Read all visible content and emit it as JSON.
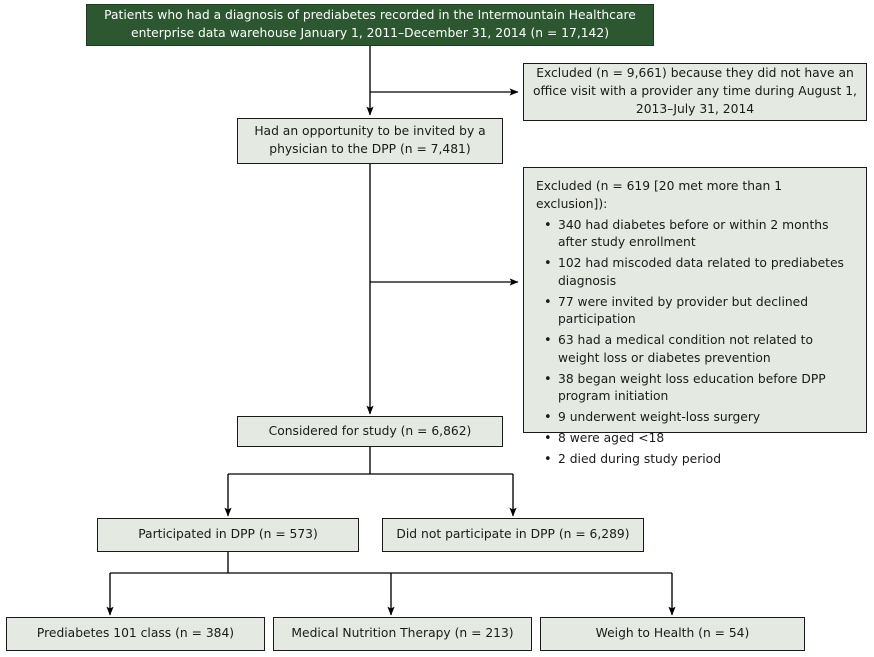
{
  "diagram": {
    "title": "Prediabetes DPP study participant flow",
    "colors": {
      "root_fill": "#2d5730",
      "root_text": "#ffffff",
      "node_fill": "#e4eae2",
      "node_border": "#1a1a1a",
      "connector": "#000000",
      "page_background": "#ffffff"
    },
    "nodes": {
      "root": {
        "label": "Patients who had a diagnosis of prediabetes recorded in the Intermountain Healthcare enterprise data warehouse January 1, 2011–December 31, 2014 (n = 17,142)",
        "count": "17,142"
      },
      "excluded_no_visit": {
        "label": "Excluded (n = 9,661) because they did not have an office visit with a provider any time during August 1, 2013–July 31, 2014",
        "count": "9,661"
      },
      "opportunity": {
        "label": "Had an opportunity to be invited by a physician to the DPP (n = 7,481)",
        "count": "7,481"
      },
      "excluded_other": {
        "heading": "Excluded (n = 619 [20 met more than 1 exclusion]):",
        "count": "619",
        "items": [
          "340 had diabetes before or within 2 months after study enrollment",
          "102 had miscoded data related to prediabetes diagnosis",
          "77 were invited by provider but declined participation",
          "63 had a medical condition not related to weight loss or diabetes prevention",
          "38 began weight loss education before DPP program initiation",
          "9 underwent weight-loss surgery",
          "8 were aged <18",
          "2 died during study period"
        ]
      },
      "considered": {
        "label": "Considered for study (n = 6,862)",
        "count": "6,862"
      },
      "participated": {
        "label": "Participated in DPP (n = 573)",
        "count": "573"
      },
      "not_participated": {
        "label": "Did not participate in DPP (n = 6,289)",
        "count": "6,289"
      },
      "prediabetes_class": {
        "label": "Prediabetes 101 class (n = 384)",
        "count": "384"
      },
      "nutrition_therapy": {
        "label": "Medical Nutrition Therapy (n = 213)",
        "count": "213"
      },
      "weigh_to_health": {
        "label": "Weigh to Health (n = 54)",
        "count": "54"
      }
    }
  }
}
